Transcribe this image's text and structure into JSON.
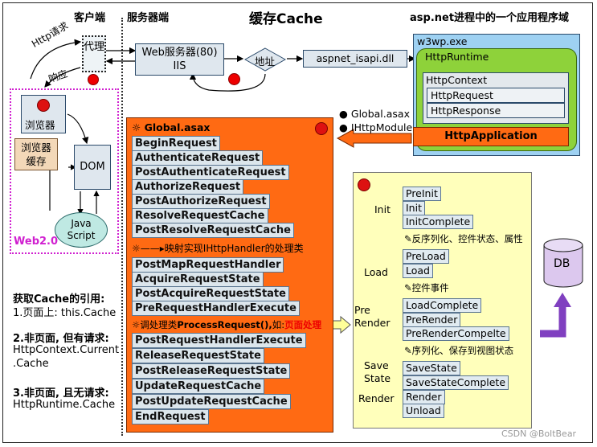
{
  "header": {
    "client_side": "客户端",
    "server_side": "服务器端",
    "title": "缓存Cache",
    "appdomain_title": "asp.net进程中的一个应用程序域"
  },
  "client": {
    "http_request": "Http请求",
    "http_response": "响应",
    "proxy": "代理",
    "browser": "浏览器",
    "browser_cache": "浏览器缓存",
    "dom": "DOM",
    "javascript": "Java Script",
    "web20": "Web2.0"
  },
  "server": {
    "web_server": "Web服务器(80) IIS",
    "address": "地址",
    "isapi": "aspnet_isapi.dll"
  },
  "appdomain": {
    "w3wp": "w3wp.exe",
    "httpruntime": "HttpRuntime",
    "httpcontext": "HttpContext",
    "httprequest": "HttpRequest",
    "httpresponse": "HttpResponse",
    "httpapplication": "HttpApplication",
    "bullets": [
      "Global.asax",
      "IHttpModule"
    ]
  },
  "pipeline": {
    "title": "Global.asax",
    "events_a": [
      "BeginRequest",
      "AuthenticateRequest",
      "PostAuthenticateRequest",
      "AuthorizeRequest",
      "PostAuthorizeRequest",
      "ResolveRequestCache",
      "PostResolveRequestCache"
    ],
    "note_handler": "映射实现IHttpHandler的处理类",
    "events_b": [
      "PostMapRequestHandler",
      "AcquireRequestState",
      "PostAcquireRequestState",
      "PreRequestHandlerExecute"
    ],
    "note_process_a": "调处理类",
    "note_process_b": "ProcessRequest(),",
    "note_process_c": "如:",
    "note_process_d": "页面处理",
    "events_c": [
      "PostRequestHandlerExecute",
      "ReleaseRequestState",
      "PostReleaseRequestState",
      "UpdateRequestCache",
      "PostUpdateRequestCache",
      "EndRequest"
    ]
  },
  "lifecycle": {
    "init_label": "Init",
    "init_items": [
      "PreInit",
      "Init",
      "InitComplete"
    ],
    "note_init": "反序列化、控件状态、属性",
    "load_label": "Load",
    "load_items": [
      "PreLoad",
      "Load"
    ],
    "note_load": "控件事件",
    "prerender_label": "Pre Render",
    "prerender_items": [
      "LoadComplete",
      "PreRender",
      "PreRenderCompelte"
    ],
    "note_prerender": "序列化、保存到视图状态",
    "savestate_label": "Save State",
    "savestate_items": [
      "SaveState",
      "SaveStateComplete"
    ],
    "render_label": "Render",
    "render_items": [
      "Render",
      "Unload"
    ]
  },
  "db": "DB",
  "cache_ref": {
    "heading": "获取Cache的引用:",
    "line1": "1.页面上: this.Cache",
    "line2a": "2.非页面, 但有请求:",
    "line2b": "HttpContext.Current",
    "line2c": ".Cache",
    "line3a": "3.非页面, 且无请求:",
    "line3b": "HttpRuntime.Cache"
  },
  "watermark": "CSDN @BoltBear",
  "colors": {
    "pipeline_bg": "#ff6a13",
    "lifecycle_bg": "#ffffbb",
    "runtime_green": "#8ed23a",
    "domain_blue": "#9ed1f2",
    "db_purple": "#dcc8ee",
    "arrow_purple": "#8040c0"
  }
}
